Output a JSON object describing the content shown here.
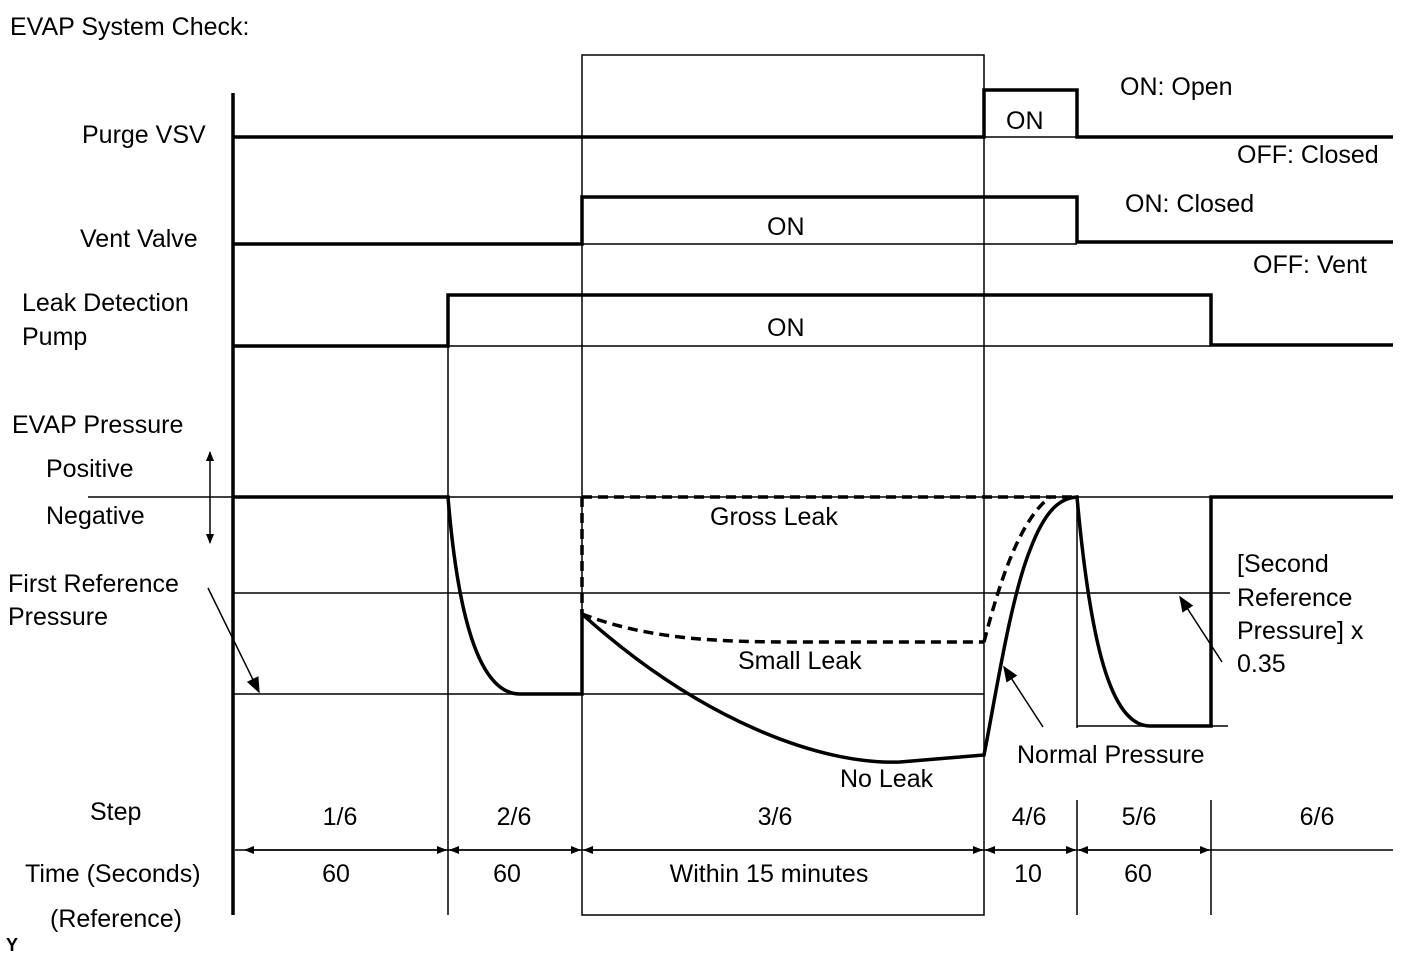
{
  "title": "EVAP System Check:",
  "signals": {
    "purge_vsv": {
      "label": "Purge VSV",
      "on_text": "ON",
      "on_state": "ON: Open",
      "off_state": "OFF: Closed"
    },
    "vent_valve": {
      "label": "Vent Valve",
      "on_text": "ON",
      "on_state": "ON: Closed",
      "off_state": "OFF: Vent"
    },
    "leak_pump": {
      "label_line1": "Leak Detection",
      "label_line2": "Pump",
      "on_text": "ON"
    }
  },
  "pressure": {
    "label": "EVAP Pressure",
    "positive": "Positive",
    "negative": "Negative",
    "first_ref_line1": "First Reference",
    "first_ref_line2": "Pressure",
    "gross_leak": "Gross Leak",
    "small_leak": "Small Leak",
    "no_leak": "No Leak",
    "normal_pressure": "Normal Pressure",
    "second_ref_line1": "[Second",
    "second_ref_line2": "Reference",
    "second_ref_line3": "Pressure] x",
    "second_ref_line4": "0.35"
  },
  "steps": {
    "label": "Step",
    "values": [
      "1/6",
      "2/6",
      "3/6",
      "4/6",
      "5/6",
      "6/6"
    ]
  },
  "time": {
    "label": "Time (Seconds)",
    "sublabel": "(Reference)",
    "values": [
      "60",
      "60",
      "Within 15 minutes",
      "10",
      "60"
    ]
  },
  "corner_mark": "Y"
}
